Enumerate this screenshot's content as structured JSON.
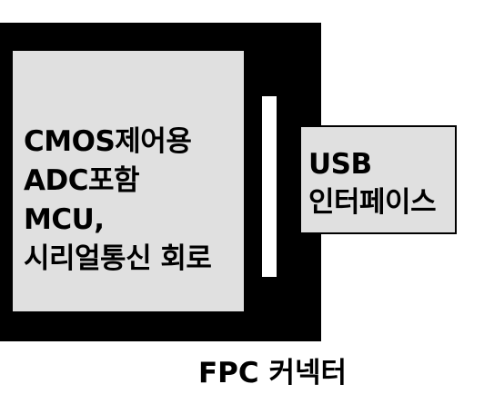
{
  "chip_block": {
    "lines": [
      "CMOS제어용",
      "ADC포함",
      "MCU,",
      "시리얼통신 회로"
    ]
  },
  "usb_block": {
    "lines": [
      "USB",
      "인터페이스"
    ]
  },
  "connector": {
    "label": "FPC 커넥터"
  },
  "colors": {
    "board": "#000000",
    "box_fill": "#e0e0e0",
    "connector_bar": "#ffffff"
  }
}
